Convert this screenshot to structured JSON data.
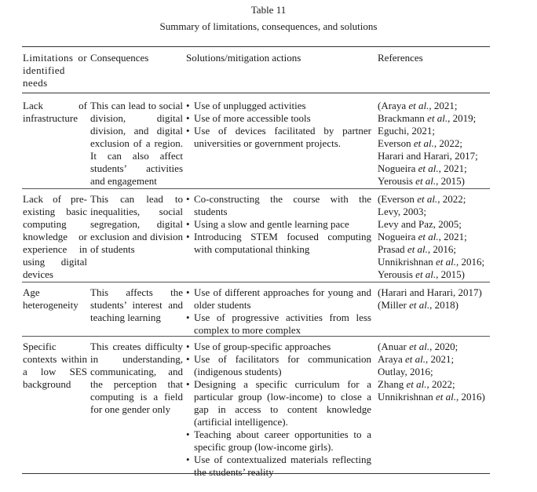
{
  "table_number": "Table 11",
  "table_title": "Summary of limitations, consequences, and solutions",
  "headers": {
    "limitations": "Limitations or identified needs",
    "consequences": "Consequences",
    "solutions": "Solutions/mitigation actions",
    "references": "References"
  },
  "rows": [
    {
      "limitation": "Lack of infrastructure",
      "consequence": "This can lead to social division, digital division, and digital exclusion of a region. It can also affect students’ activities and engagement",
      "solutions": [
        "Use of unplugged activities",
        "Use of more accessible tools",
        "Use of devices facilitated by partner universities or government projects."
      ],
      "references": [
        "(Araya et al., 2021;",
        "Brackmann et al., 2019;",
        "Eguchi, 2021;",
        "Everson et al., 2022;",
        "Harari and Harari, 2017;",
        "Nogueira et al., 2021;",
        "Yerousis et al., 2015)"
      ]
    },
    {
      "limitation": "Lack of pre-existing basic computing knowledge or experience in using digital devices",
      "consequence": "This can lead to inequalities, social segregation, digital exclusion and division of students",
      "solutions": [
        "Co-constructing the course with the students",
        "Using a slow and gentle learning pace",
        "Introducing STEM focused computing with computational thinking"
      ],
      "references": [
        "(Everson et al., 2022;",
        "Levy, 2003;",
        "Levy and Paz, 2005;",
        "Nogueira et al., 2021;",
        "Prasad et al., 2016;",
        "Unnikrishnan et al., 2016;",
        "Yerousis et al., 2015)"
      ]
    },
    {
      "limitation": "Age heterogeneity",
      "consequence": "This affects the students’ interest and teaching learning",
      "solutions": [
        "Use of different approaches for young and older students",
        "Use of progressive activities from less complex to more complex"
      ],
      "references": [
        "(Harari and Harari, 2017)",
        "(Miller et al., 2018)"
      ]
    },
    {
      "limitation": "Specific contexts within a low SES background",
      "consequence": "This creates difficulty in understanding, communicating, and the perception that computing is a field for one gender only",
      "solutions": [
        "Use of group-specific approaches",
        "Use of facilitators for communication (indigenous students)",
        "Designing a specific curriculum for a particular group (low-income) to close a gap in access to content knowledge (artificial intelligence).",
        "Teaching about career opportunities to a specific group (low-income girls).",
        "Use of contextualized materials reflecting the students’ reality"
      ],
      "references": [
        "(Anuar et al., 2020;",
        "Araya et al., 2021;",
        "Outlay, 2016;",
        "Zhang et al., 2022;",
        "Unnikrishnan et al., 2016)"
      ]
    }
  ]
}
